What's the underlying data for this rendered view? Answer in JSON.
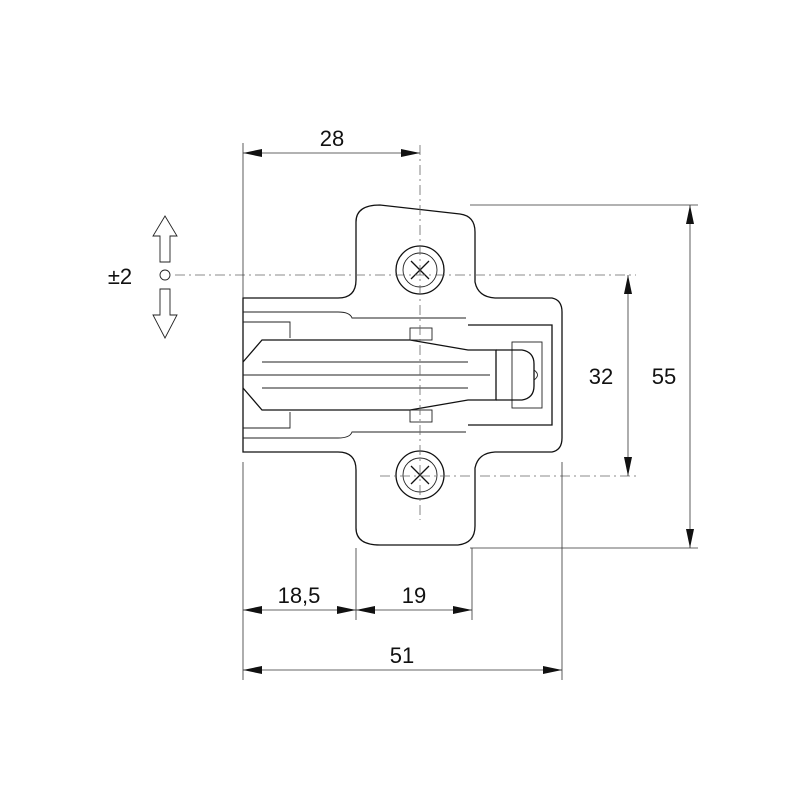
{
  "dimensions": {
    "width_top": "28",
    "adjust": "±2",
    "hole_spacing": "32",
    "height": "55",
    "offset_left": "18,5",
    "offset_mid": "19",
    "width_total": "51"
  },
  "colors": {
    "line": "#111111",
    "background": "#ffffff"
  }
}
